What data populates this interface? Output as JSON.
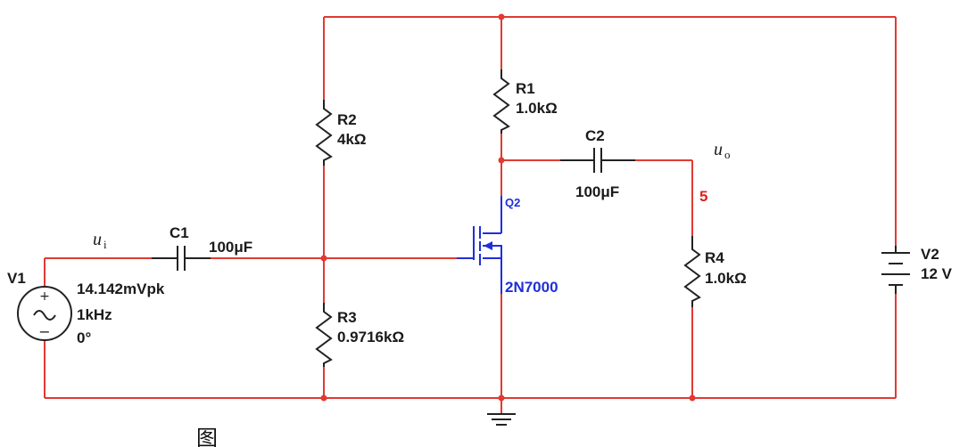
{
  "components": {
    "V1": {
      "ref": "V1",
      "amplitude": "14.142mVpk",
      "frequency": "1kHz",
      "phase": "0°"
    },
    "C1": {
      "ref": "C1",
      "value": "100μF"
    },
    "R2": {
      "ref": "R2",
      "value": "4kΩ"
    },
    "R3": {
      "ref": "R3",
      "value": "0.9716kΩ"
    },
    "R1": {
      "ref": "R1",
      "value": "1.0kΩ"
    },
    "C2": {
      "ref": "C2",
      "value": "100μF"
    },
    "Q2": {
      "ref": "Q2",
      "part": "2N7000"
    },
    "R4": {
      "ref": "R4",
      "value": "1.0kΩ"
    },
    "V2": {
      "ref": "V2",
      "value": "12 V"
    }
  },
  "nets": {
    "input": {
      "symbol": "u",
      "subscript": "i"
    },
    "output": {
      "symbol": "u",
      "subscript": "o"
    },
    "node_number": "5"
  },
  "caption": "图",
  "colors": {
    "wire": "#e03a32",
    "component": "#222222",
    "transistor": "#1f2fd8",
    "node_label": "#e0201c"
  }
}
